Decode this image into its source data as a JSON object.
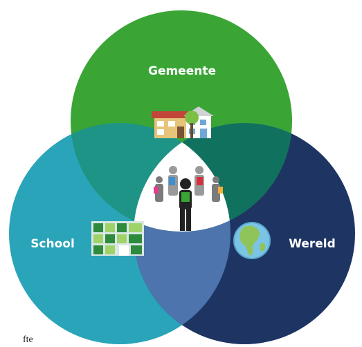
{
  "circles": {
    "top": {
      "label": "Gemeente",
      "color": "#3aa535"
    },
    "left": {
      "label": "School",
      "color": "#2aa4b9"
    },
    "right": {
      "label": "Wereld",
      "color": "#1e3563"
    }
  },
  "overlaps": {
    "top_left": "#1e9487",
    "top_right": "#11715f",
    "left_right": "#4d74ad",
    "center": "#ffffff"
  },
  "icons": {
    "top": "houses-icon",
    "left": "school-building-icon",
    "right": "globe-icon",
    "center": "students-group-icon"
  },
  "footer_text": "fte"
}
